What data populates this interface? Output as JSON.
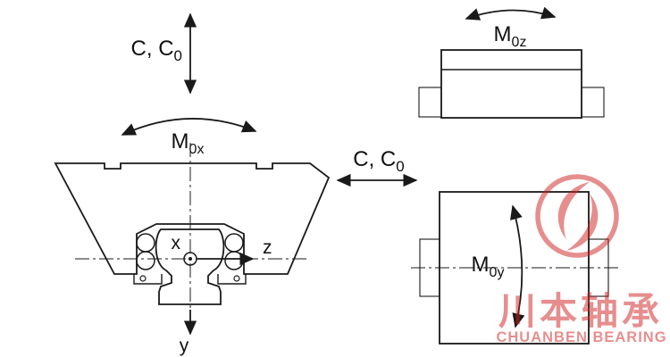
{
  "diagram": {
    "load_vertical": {
      "base": "C, C",
      "sub": "0"
    },
    "load_horizontal": {
      "base": "C, C",
      "sub": "0"
    },
    "moment_x": {
      "base": "M",
      "sub": "0x"
    },
    "moment_z": {
      "base": "M",
      "sub": "0z"
    },
    "moment_y": {
      "base": "M",
      "sub": "0y"
    },
    "axes": {
      "x": "x",
      "y": "y",
      "z": "z"
    },
    "colors": {
      "line": "#1a1a1a",
      "watermark": "#cf1f1f"
    },
    "watermark": {
      "chinese": "川本轴承",
      "english": "CHUANBEN BEARING"
    }
  }
}
